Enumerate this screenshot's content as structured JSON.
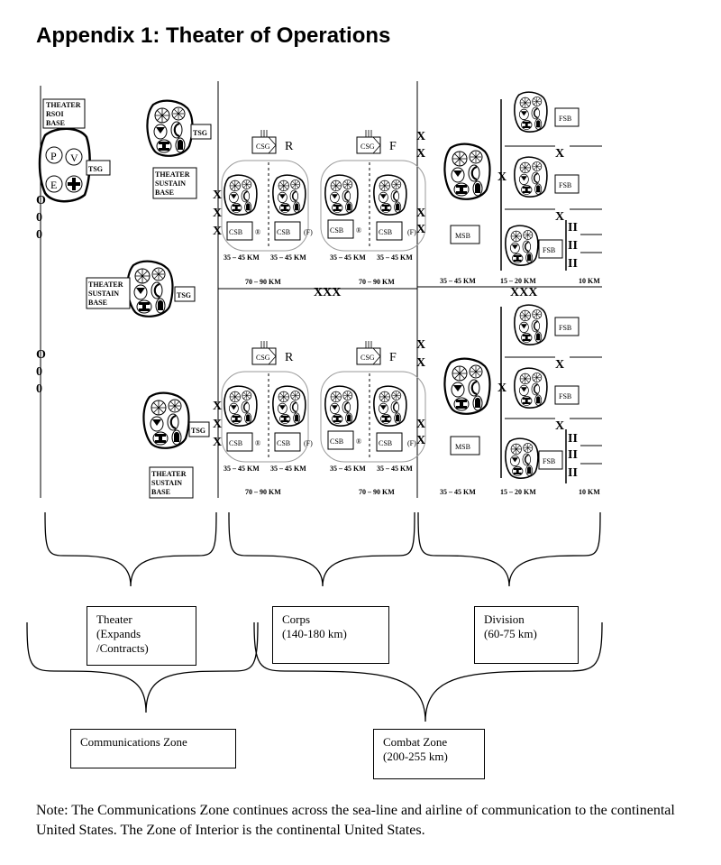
{
  "title": "Appendix 1: Theater of Operations",
  "theater_labels": {
    "rsoi": [
      "THEATER",
      "RSOI",
      "BASE"
    ],
    "sustain": [
      "THEATER",
      "SUSTAIN",
      "BASE"
    ],
    "tsg": "TSG",
    "rsoi_cells": [
      "P",
      "V",
      "E"
    ]
  },
  "sea_marks": [
    "O",
    "0",
    "0"
  ],
  "corps": {
    "csg": "CSG",
    "csg_r": "R",
    "csg_f": "F",
    "csb": "CSB",
    "sub_r": "®",
    "sub_f": "(F)",
    "dist_35_45": "35 – 45 KM",
    "dist_70_90": "70 – 90 KM",
    "xxx": "XXX",
    "x": "X"
  },
  "division": {
    "msb": "MSB",
    "fsb": "FSB",
    "dist_35_45": "35 – 45 KM",
    "dist_15_20": "15 – 20 KM",
    "dist_10": "10 KM",
    "xxx": "XXX",
    "ii": "II",
    "x": "X"
  },
  "boxes": {
    "theater": [
      "Theater",
      "(Expands",
      "/Contracts)"
    ],
    "corps": [
      "Corps",
      "(140-180 km)"
    ],
    "division": [
      "Division",
      "(60-75 km)"
    ],
    "comm_zone": [
      "Communications Zone"
    ],
    "combat_zone": [
      "Combat Zone",
      "(200-255 km)"
    ]
  },
  "note": "Note: The Communications Zone continues across the sea-line and airline of communication to the continental United States.  The Zone of Interior is the continental United States."
}
